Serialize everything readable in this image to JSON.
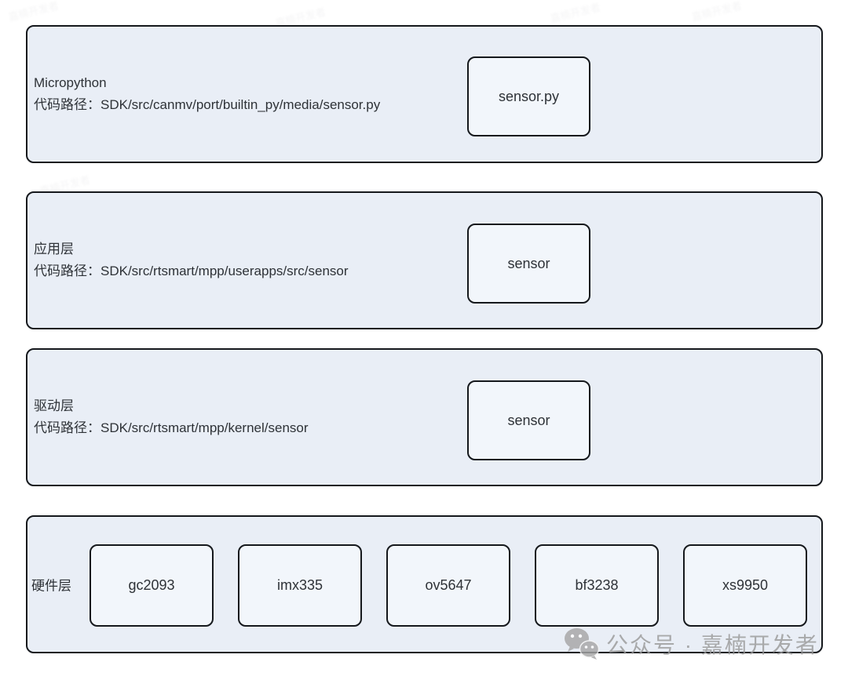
{
  "diagram": {
    "layers": [
      {
        "id": "micropython",
        "title": "Micropython",
        "path_label": "代码路径：SDK/src/canmv/port/builtin_py/media/sensor.py",
        "node": "sensor.py"
      },
      {
        "id": "application",
        "title": "应用层",
        "path_label": "代码路径：SDK/src/rtsmart/mpp/userapps/src/sensor",
        "node": "sensor"
      },
      {
        "id": "driver",
        "title": "驱动层",
        "path_label": "代码路径：SDK/src/rtsmart/mpp/kernel/sensor",
        "node": "sensor"
      },
      {
        "id": "hardware",
        "title": "硬件层",
        "chips": [
          "gc2093",
          "imx335",
          "ov5647",
          "bf3238",
          "xs9950"
        ]
      }
    ]
  },
  "watermark": {
    "text": "公众号 · 嘉楠开发者",
    "icon": "wechat-icon",
    "faint_text": "嘉楠开发者"
  },
  "colors": {
    "layer_fill": "#e9eef6",
    "node_fill": "#f2f6fb",
    "border": "#15181c",
    "watermark_gray": "#9a9a9a",
    "page_bg": "#ffffff"
  }
}
